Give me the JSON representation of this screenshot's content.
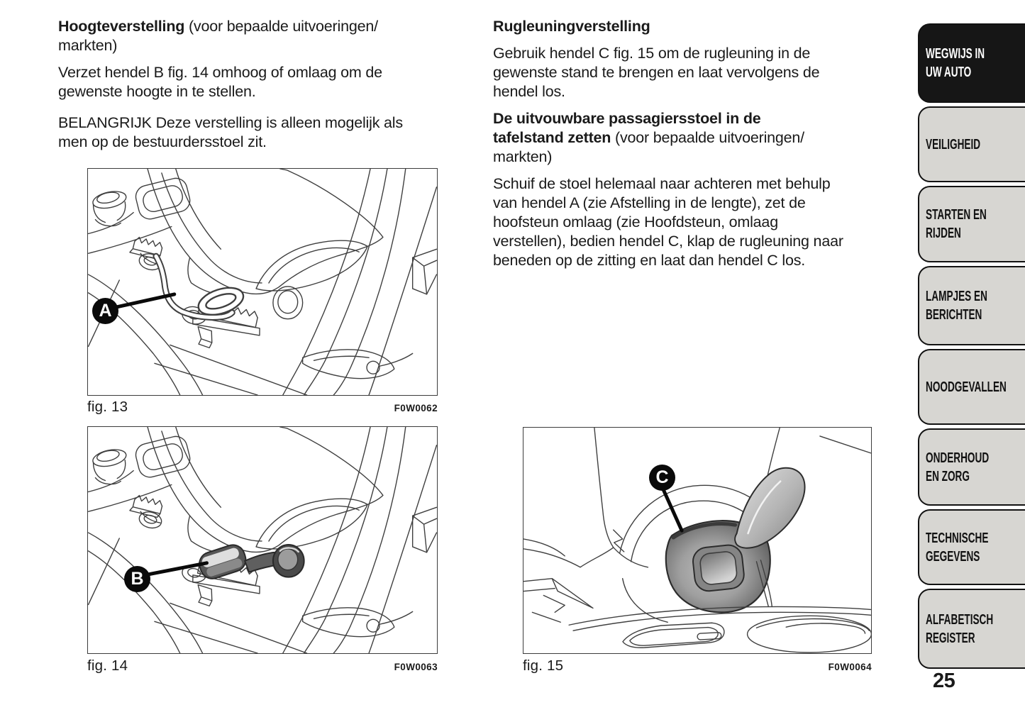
{
  "document": {
    "page_number": "25"
  },
  "sections": {
    "left": {
      "heading_bold": "Hoogteverstelling",
      "heading_rest": " (voor bepaalde uitvoeringen/\nmarkten)",
      "para1": "Verzet hendel B fig. 14 omhoog of omlaag om de\ngewenste hoogte in te stellen.",
      "para2": "BELANGRIJK Deze verstelling is alleen mogelijk als\nmen op de bestuurdersstoel zit."
    },
    "right": {
      "heading": "Rugleuningverstelling",
      "para1": "Gebruik hendel C fig. 15 om de rugleuning in de\ngewenste stand te brengen en laat vervolgens de\nhendel los.",
      "heading2_bold": "De uitvouwbare passagiersstoel in de\ntafelstand zetten",
      "heading2_rest": " (voor bepaalde uitvoeringen/\nmarkten)",
      "para2": "Schuif de stoel helemaal naar achteren met behulp\nvan hendel A (zie Afstelling in de lengte), zet de\nhoofsteun omlaag (zie Hoofdsteun, omlaag\nverstellen), bedien hendel C, klap de rugleuning naar\nbeneden op de zitting en laat dan hendel C los."
    }
  },
  "figures": [
    {
      "caption": "fig. 13",
      "code": "F0W0062",
      "callout": "A"
    },
    {
      "caption": "fig. 14",
      "code": "F0W0063",
      "callout": "B"
    },
    {
      "caption": "fig. 15",
      "code": "F0W0064",
      "callout": "C"
    }
  ],
  "sidebar": {
    "tabs": [
      {
        "label": "WEGWIJS IN UW AUTO",
        "active": true
      },
      {
        "label": "VEILIGHEID",
        "active": false
      },
      {
        "label": "STARTEN EN RIJDEN",
        "active": false
      },
      {
        "label": "LAMPJES EN BERICHTEN",
        "active": false
      },
      {
        "label": "NOODGEVALLEN",
        "active": false
      },
      {
        "label": "ONDERHOUD EN ZORG",
        "active": false
      },
      {
        "label": "TECHNISCHE GEGEVENS",
        "active": false
      },
      {
        "label": "ALFABETISCH REGISTER",
        "active": false
      }
    ]
  },
  "colors": {
    "page_bg": "#ffffff",
    "text": "#1a1a1a",
    "tab_bg": "#d7d6d2",
    "tab_active_bg": "#161616",
    "tab_active_text": "#ffffff",
    "line_art": "#3f3f3f",
    "callout_badge_bg": "#0a0a0a"
  }
}
